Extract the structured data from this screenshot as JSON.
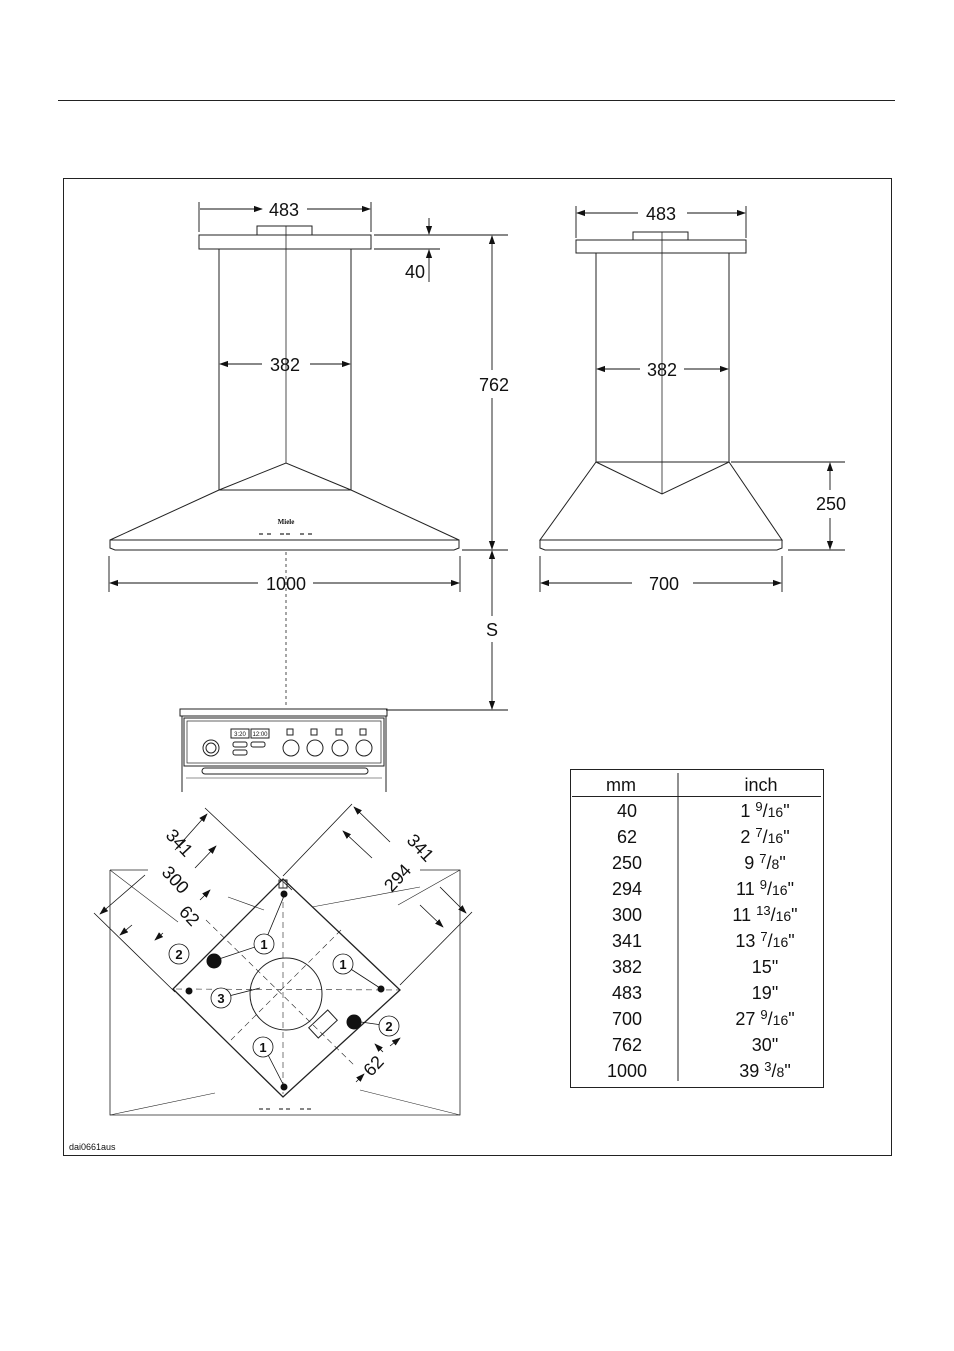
{
  "drawing": {
    "reference": "dai0661aus",
    "front_view": {
      "width_top": "483",
      "cap_height": "40",
      "chimney_width": "382",
      "total_height": "762",
      "hood_width": "1000",
      "clearance": "S",
      "brand": "Miele"
    },
    "side_view": {
      "width_top": "483",
      "chimney_width": "382",
      "hood_height": "250",
      "hood_depth": "700"
    },
    "range": {
      "display_left": "3:20",
      "display_right": "12:00"
    },
    "plan_view": {
      "dim_left_outer": "341",
      "dim_left_inner": "300",
      "dim_left_offset": "62",
      "dim_right_outer": "341",
      "dim_right_inner": "294",
      "dim_right_offset": "62",
      "callouts": [
        "1",
        "1",
        "1",
        "2",
        "2",
        "3"
      ]
    }
  },
  "table": {
    "headers": [
      "mm",
      "inch"
    ],
    "rows": [
      {
        "mm": "40",
        "whole": "1",
        "num": "9",
        "den": "16"
      },
      {
        "mm": "62",
        "whole": "2",
        "num": "7",
        "den": "16"
      },
      {
        "mm": "250",
        "whole": "9",
        "num": "7",
        "den": "8"
      },
      {
        "mm": "294",
        "whole": "11",
        "num": "9",
        "den": "16"
      },
      {
        "mm": "300",
        "whole": "11",
        "num": "13",
        "den": "16"
      },
      {
        "mm": "341",
        "whole": "13",
        "num": "7",
        "den": "16"
      },
      {
        "mm": "382",
        "whole": "15",
        "num": "",
        "den": ""
      },
      {
        "mm": "483",
        "whole": "19",
        "num": "",
        "den": ""
      },
      {
        "mm": "700",
        "whole": "27",
        "num": "9",
        "den": "16"
      },
      {
        "mm": "762",
        "whole": "30",
        "num": "",
        "den": ""
      },
      {
        "mm": "1000",
        "whole": "39",
        "num": "3",
        "den": "8"
      }
    ]
  }
}
